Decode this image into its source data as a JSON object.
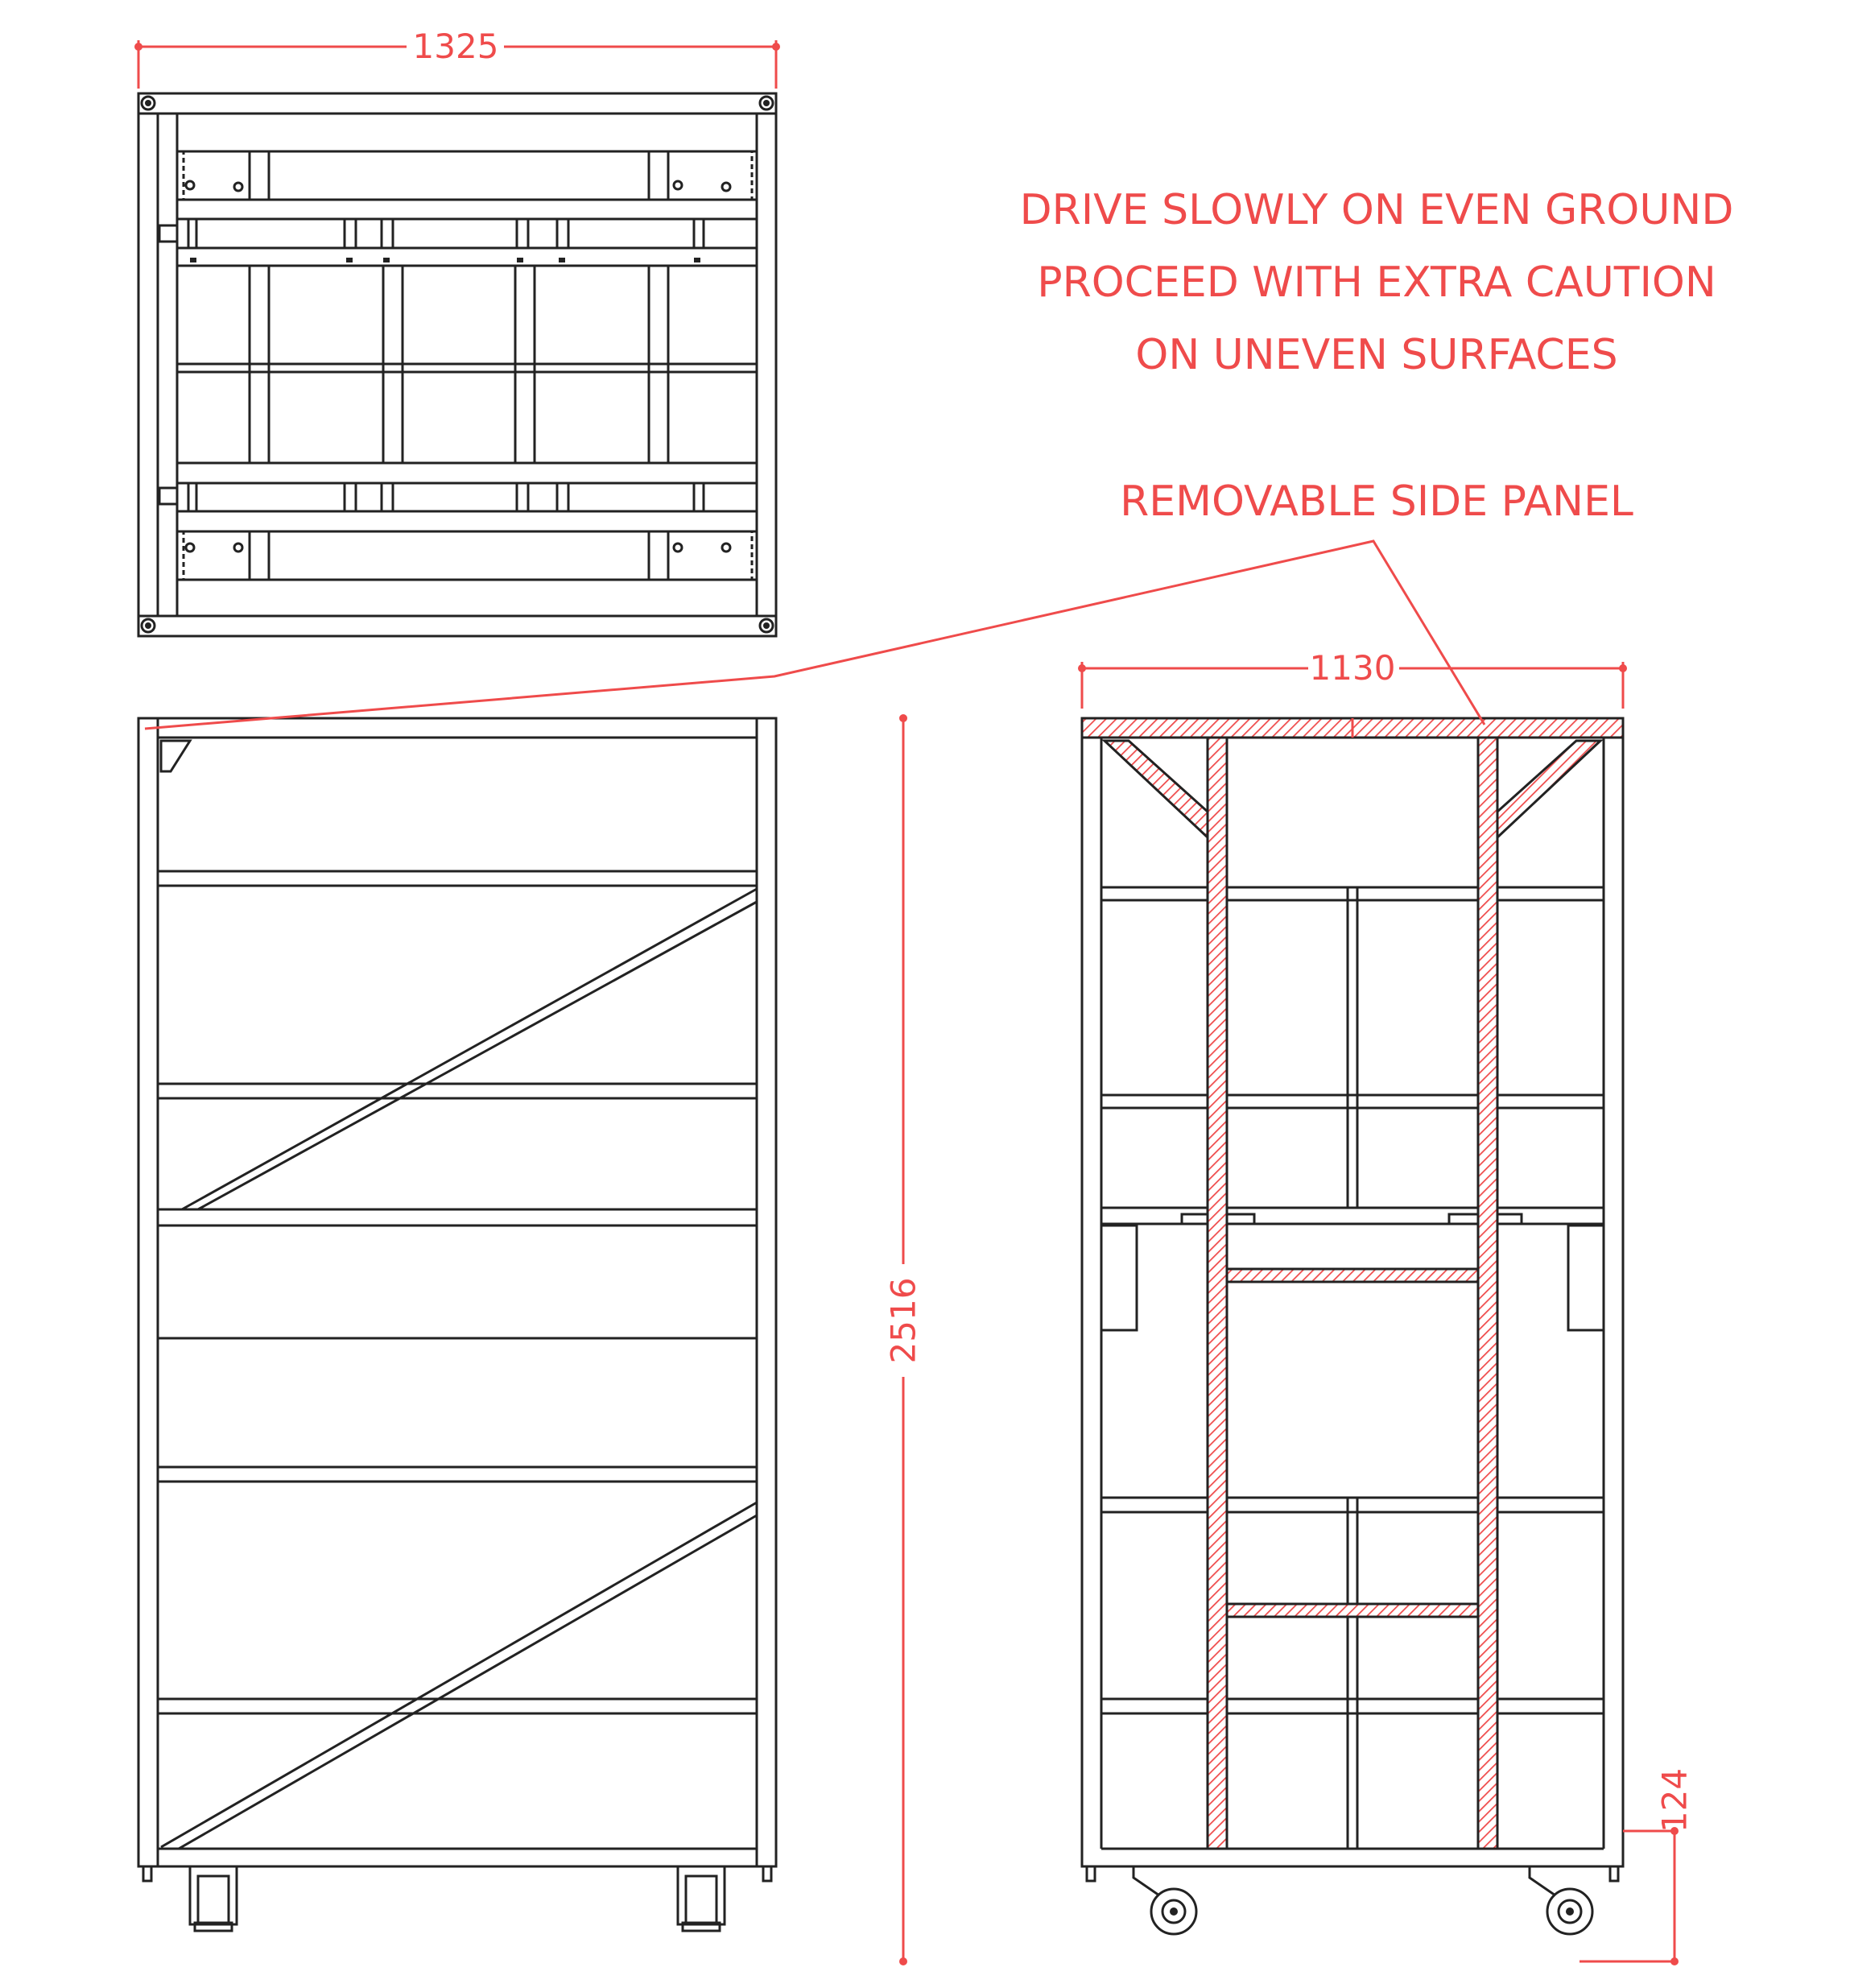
{
  "colors": {
    "annotation": "#ef4b4b",
    "line": "#222222",
    "background": "#ffffff"
  },
  "dimensions": {
    "top_width": "1325",
    "front_width": "1130",
    "height": "2516",
    "ground_clearance": "124"
  },
  "notes": {
    "line1": "DRIVE SLOWLY ON EVEN GROUND",
    "line2": "PROCEED WITH EXTRA CAUTION",
    "line3": "ON UNEVEN SURFACES"
  },
  "callout": {
    "label": "REMOVABLE SIDE PANEL"
  }
}
